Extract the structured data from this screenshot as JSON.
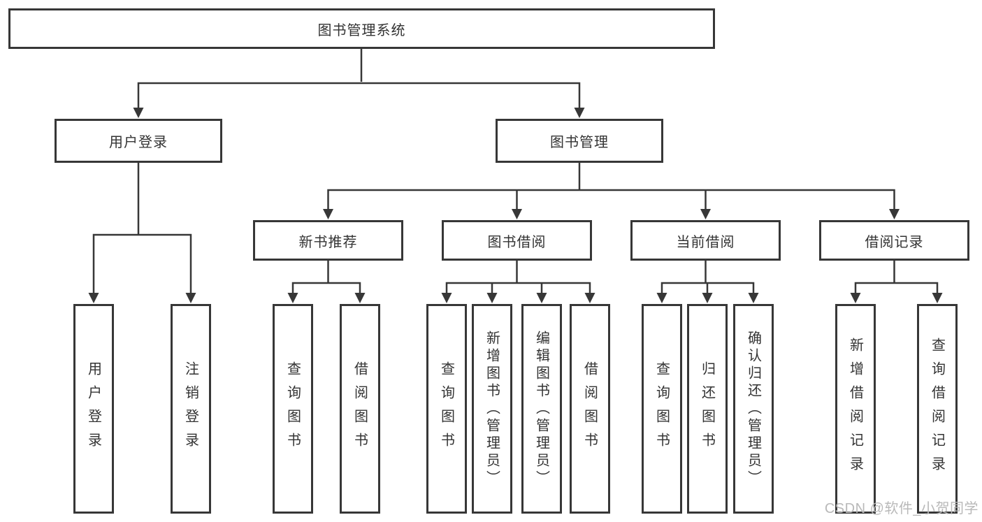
{
  "colors": {
    "line": "#373737",
    "box_border": "#373737",
    "box_background": "#ffffff",
    "text": "#333333",
    "watermark": "#b9b9b9",
    "page_background": "#ffffff"
  },
  "tree": {
    "root": {
      "label": "图书管理系统"
    },
    "children": [
      {
        "label": "用户登录",
        "children": [
          {
            "label": "用户登录"
          },
          {
            "label": "注销登录"
          }
        ]
      },
      {
        "label": "图书管理",
        "children": [
          {
            "label": "新书推荐",
            "children": [
              {
                "label": "查询图书"
              },
              {
                "label": "借阅图书"
              }
            ]
          },
          {
            "label": "图书借阅",
            "children": [
              {
                "label": "查询图书"
              },
              {
                "label": "新增图书（管理员）"
              },
              {
                "label": "编辑图书（管理员）"
              },
              {
                "label": "借阅图书"
              }
            ]
          },
          {
            "label": "当前借阅",
            "children": [
              {
                "label": "查询图书"
              },
              {
                "label": "归还图书"
              },
              {
                "label": "确认归还（管理员）"
              }
            ]
          },
          {
            "label": "借阅记录",
            "children": [
              {
                "label": "新增借阅记录"
              },
              {
                "label": "查询借阅记录"
              }
            ]
          }
        ]
      }
    ]
  },
  "watermark": {
    "text": "CSDN @软件_小贺同学"
  }
}
